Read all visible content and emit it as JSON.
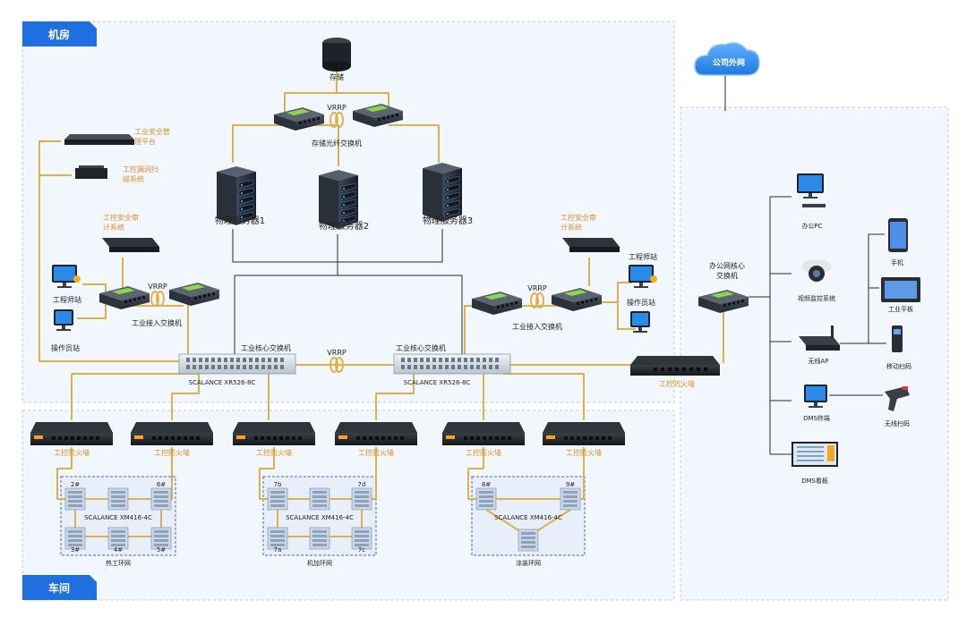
{
  "zones": {
    "room": "机房",
    "workshop": "车间",
    "office_cloud": "公司外网"
  },
  "storage": {
    "disk": "存储",
    "switch": "存储光纤交换机",
    "vrrp": "VRRP"
  },
  "servers": [
    "物理服务器1",
    "物理服务器2",
    "物理服务器3"
  ],
  "platforms": {
    "safety_mgmt": "工业安全管理平台",
    "vuln_scan": "工控漏洞扫描系统"
  },
  "left_access": {
    "audit": "工控安全审计系统",
    "engineer": "工程师站",
    "operator": "操作员站",
    "switch": "工业接入交换机",
    "vrrp": "VRRP"
  },
  "right_access": {
    "audit": "工控安全审计系统",
    "engineer": "工程师站",
    "operator": "操作员站",
    "switch": "工业接入交换机",
    "vrrp": "VRRP"
  },
  "core": {
    "left_title": "工业核心交换机",
    "right_title": "工业核心交换机",
    "model": "SCALANCE XR526-8C",
    "vrrp": "VRRP"
  },
  "edge_firewall": "工控防火墙",
  "shop_firewall": "工控防火墙",
  "rings": [
    {
      "name": "热工环网",
      "model": "SCALANCE XM416-4C",
      "top_left": "2#",
      "top_right": "6#",
      "bottom": [
        "3#",
        "4#",
        "5#"
      ]
    },
    {
      "name": "机加环网",
      "model": "SCALANCE XM416-4C",
      "top_left": "7b",
      "top_right": "7d",
      "bottom": [
        "7a",
        "",
        "7c"
      ]
    },
    {
      "name": "涂装环网",
      "model": "SCALANCE XM416-4C",
      "top_left": "8#",
      "top_right": "9#",
      "bottom": []
    }
  ],
  "office": {
    "core_switch": "办公网核心交换机",
    "pc": "办公PC",
    "camera": "视频监控系统",
    "ap": "无线AP",
    "dms_terminal": "DMS终端",
    "dms_board": "DMS看板",
    "phone": "手机",
    "tablet": "工业平板",
    "mobile_scan": "移动扫码",
    "wireless_scan": "无线扫码"
  },
  "colors": {
    "link": "#e0b04a",
    "tag_blue": "#1f6fe0",
    "zone_bg": "#f2f6fd",
    "zone_border": "#b8c9e6",
    "orange_text": "#d9912c",
    "ring_bg": "#e8eefa",
    "ring_border": "#3a6fd1",
    "line_dark": "#2b2b2b",
    "cloud": "#2d8ff0"
  }
}
